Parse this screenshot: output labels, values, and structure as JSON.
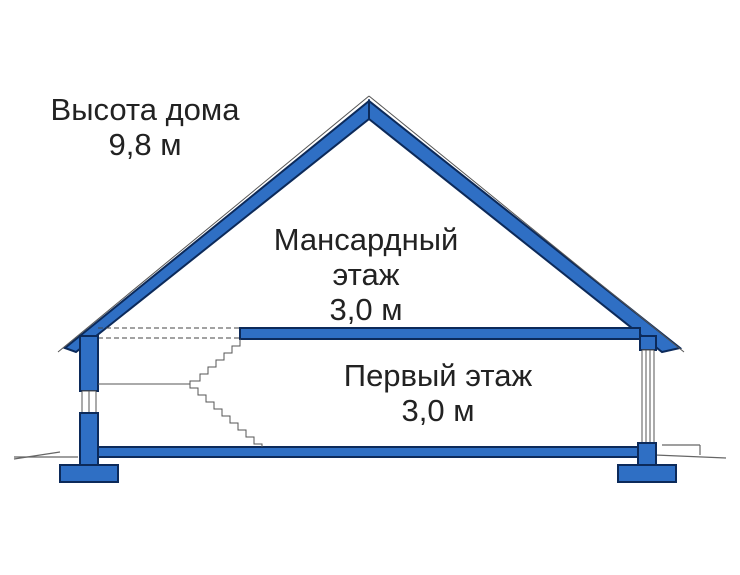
{
  "house_height": {
    "title": "Высота дома",
    "value": "9,8 м"
  },
  "attic_floor": {
    "title_line1": "Мансардный",
    "title_line2": "этаж",
    "value": "3,0 м"
  },
  "first_floor": {
    "title": "Первый этаж",
    "value": "3,0 м"
  },
  "colors": {
    "structure_fill": "#2f6fc4",
    "outline": "#0c2a5a",
    "text": "#222222",
    "background": "#ffffff"
  }
}
